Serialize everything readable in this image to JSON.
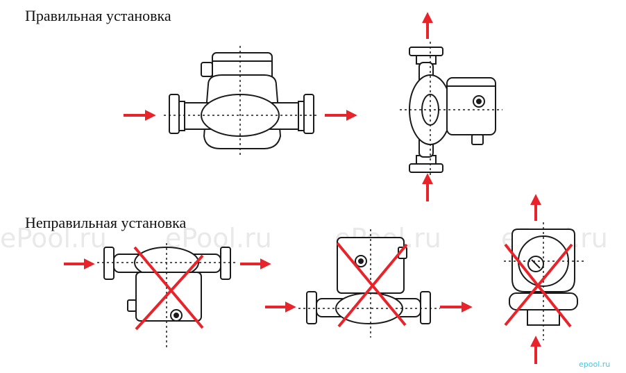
{
  "headings": {
    "correct": "Правильная установка",
    "incorrect": "Неправильная установка"
  },
  "watermarks": [
    "ePool.ru",
    "ePool.ru",
    "ePool.ru",
    "ePool.ru"
  ],
  "brand": "epool.ru",
  "colors": {
    "arrow": "#e8232a",
    "cross": "#e8232a",
    "outline": "#1a1a1a",
    "watermark": "#d8d8d8",
    "brand": "#40c8e0"
  }
}
